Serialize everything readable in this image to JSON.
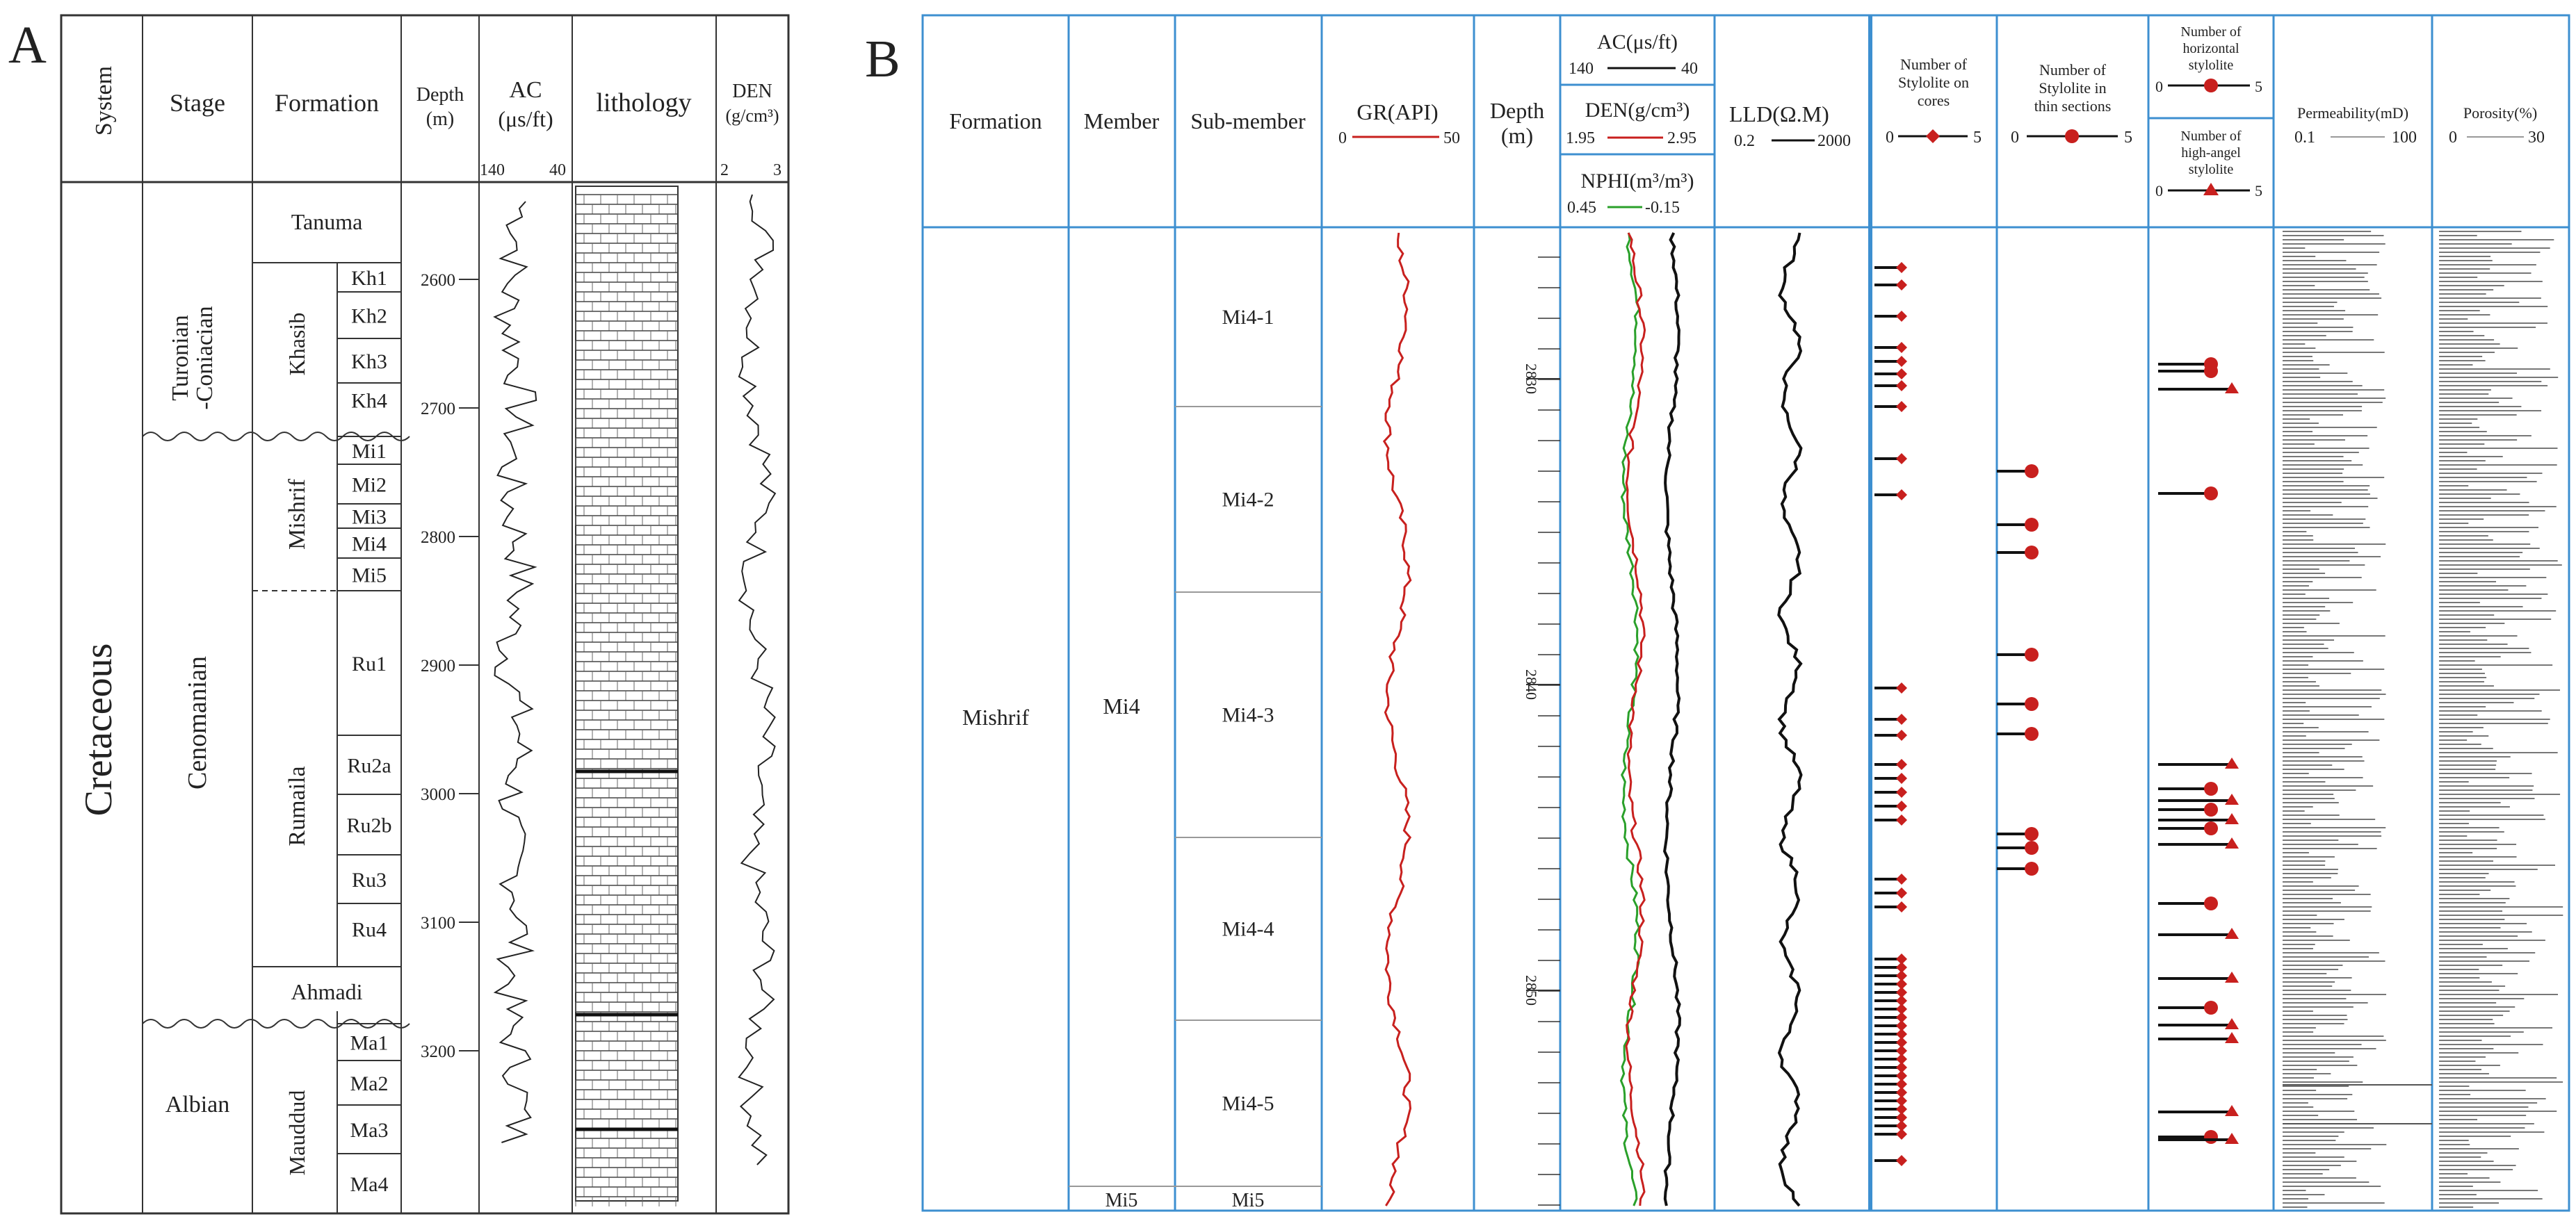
{
  "panelA": {
    "letter": "A",
    "headers": {
      "system": "System",
      "stage": "Stage",
      "formation": "Formation",
      "depth": [
        "Depth",
        "(m)"
      ],
      "ac": [
        "AC",
        "(μs/ft)"
      ],
      "ac_scale": [
        "140",
        "40"
      ],
      "lithology": "lithology",
      "den": [
        "DEN",
        "(g/cm³)"
      ],
      "den_scale": [
        "2",
        "3"
      ]
    },
    "system": "Cretaceous",
    "stages": [
      "Turonian",
      "-Coniacian",
      "Cenomanian",
      "Albian"
    ],
    "formations": [
      "Tanuma",
      "Khasib",
      "Mishrif",
      "Rumaila",
      "Ahmadi",
      "Mauddud"
    ],
    "members": [
      "Kh1",
      "Kh2",
      "Kh3",
      "Kh4",
      "Mi1",
      "Mi2",
      "Mi3",
      "Mi4",
      "Mi5",
      "Ru1",
      "Ru2a",
      "Ru2b",
      "Ru3",
      "Ru4",
      "Ma1",
      "Ma2",
      "Ma3",
      "Ma4"
    ],
    "depth_ticks": [
      "2600",
      "2700",
      "2800",
      "2900",
      "3000",
      "3100",
      "3200"
    ]
  },
  "panelB": {
    "letter": "B",
    "headers": {
      "formation": "Formation",
      "member": "Member",
      "submember": "Sub-member",
      "gr": "GR(API)",
      "gr_scale": [
        "0",
        "50"
      ],
      "depth": [
        "Depth",
        "(m)"
      ],
      "ac": "AC(μs/ft)",
      "ac_scale": [
        "140",
        "40"
      ],
      "den": "DEN(g/cm³)",
      "den_scale": [
        "1.95",
        "2.95"
      ],
      "nphi": "NPHI(m³/m³)",
      "nphi_scale": [
        "0.45",
        "-0.15"
      ],
      "lld": "LLD(Ω.M)",
      "lld_scale": [
        "0.2",
        "2000"
      ],
      "stylo_cores": [
        "Number of",
        "Stylolite on",
        "cores"
      ],
      "stylo_cores_scale": [
        "0",
        "5"
      ],
      "stylo_thin": [
        "Number of",
        "Stylolite in",
        "thin sections"
      ],
      "stylo_thin_scale": [
        "0",
        "5"
      ],
      "stylo_horiz": [
        "Number of",
        "horizontal",
        "stylolite"
      ],
      "stylo_horiz_scale": [
        "0",
        "5"
      ],
      "stylo_high": [
        "Number of",
        "high-angel",
        "stylolite"
      ],
      "stylo_high_scale": [
        "0",
        "5"
      ],
      "perm": "Permeability(mD)",
      "perm_scale": [
        "0.1",
        "100"
      ],
      "poro": "Porosity(%)",
      "poro_scale": [
        "0",
        "30"
      ]
    },
    "formation": "Mishrif",
    "member": "Mi4",
    "member_bottom": "Mi5",
    "submembers": [
      "Mi4-1",
      "Mi4-2",
      "Mi4-3",
      "Mi4-4",
      "Mi4-5"
    ],
    "submember_bottom": "Mi5",
    "depth_ticks": [
      "2830",
      "2840",
      "2850"
    ]
  },
  "colors": {
    "red": "#c8201e",
    "green": "#2aa02a",
    "blue": "#3d8fd0",
    "black": "#111111"
  }
}
